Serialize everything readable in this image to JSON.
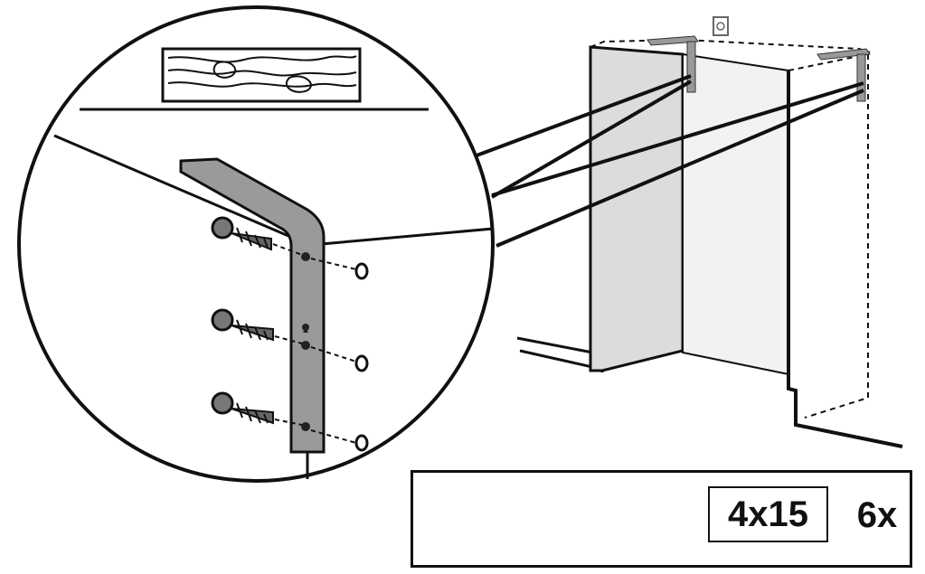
{
  "parts": {
    "screw_size": "4x15",
    "quantity": "6x",
    "driver_icon": "torx-drive-icon",
    "screw_icon": "wood-screw-icon"
  },
  "detail": {
    "bracket_icon": "angle-bracket-icon",
    "screw_count_shown": 3,
    "wall_plug_icon": "wall-plug-icon",
    "wood_board_icon": "wood-board-icon"
  },
  "colors": {
    "line": "#111111",
    "bracket": "#9a9a9a",
    "panel": "#dcdcdc",
    "background": "#ffffff"
  }
}
